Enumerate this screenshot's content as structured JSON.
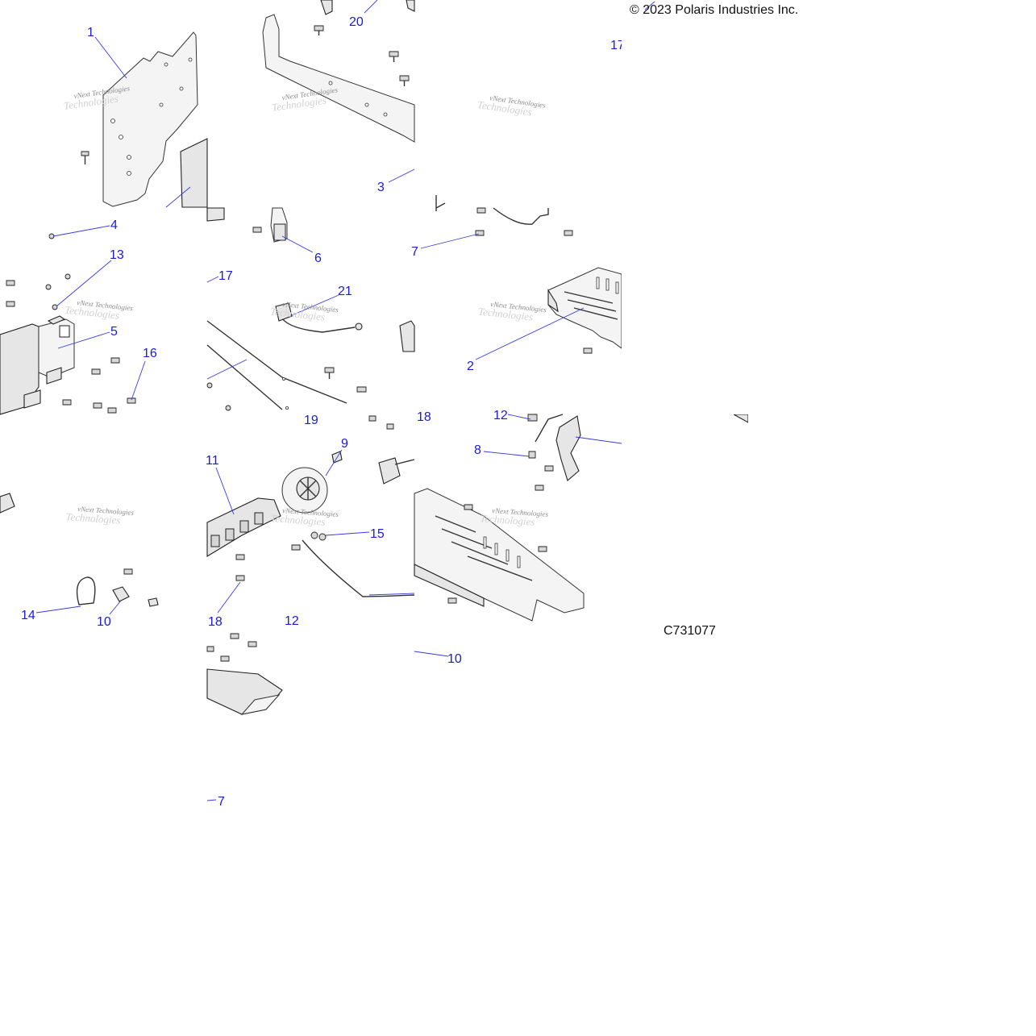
{
  "copyright": "© 2023 Polaris Industries Inc.",
  "diagram_id": "C731077",
  "watermark": {
    "line1": "vNext Technologies",
    "line2": "Technologies"
  },
  "callouts": [
    {
      "id": "c1",
      "label": "1"
    },
    {
      "id": "c20",
      "label": "20"
    },
    {
      "id": "c17a",
      "label": "17"
    },
    {
      "id": "c3",
      "label": "3"
    },
    {
      "id": "c4",
      "label": "4"
    },
    {
      "id": "c6",
      "label": "6"
    },
    {
      "id": "c7a",
      "label": "7"
    },
    {
      "id": "c13",
      "label": "13"
    },
    {
      "id": "c17b",
      "label": "17"
    },
    {
      "id": "c21",
      "label": "21"
    },
    {
      "id": "c5",
      "label": "5"
    },
    {
      "id": "c16",
      "label": "16"
    },
    {
      "id": "c2",
      "label": "2"
    },
    {
      "id": "c19",
      "label": "19"
    },
    {
      "id": "c18a",
      "label": "18"
    },
    {
      "id": "c12a",
      "label": "12"
    },
    {
      "id": "c9",
      "label": "9"
    },
    {
      "id": "c11",
      "label": "11"
    },
    {
      "id": "c8",
      "label": "8"
    },
    {
      "id": "c15",
      "label": "15"
    },
    {
      "id": "c14",
      "label": "14"
    },
    {
      "id": "c10a",
      "label": "10"
    },
    {
      "id": "c18b",
      "label": "18"
    },
    {
      "id": "c12b",
      "label": "12"
    },
    {
      "id": "c10b",
      "label": "10"
    },
    {
      "id": "c7b",
      "label": "7"
    }
  ]
}
